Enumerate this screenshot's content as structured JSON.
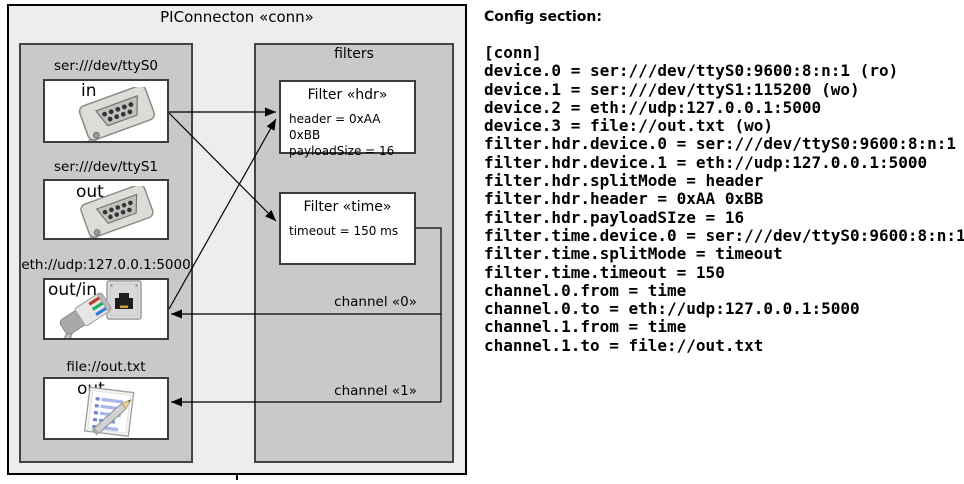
{
  "diagram": {
    "title": "PIConnecton «conn»",
    "filters_title": "filters",
    "devices": [
      {
        "label": "ser:///dev/ttyS0",
        "direction": "in",
        "icon": "serial-connector-icon"
      },
      {
        "label": "ser:///dev/ttyS1",
        "direction": "out",
        "icon": "serial-connector-icon"
      },
      {
        "label": "eth://udp:127.0.0.1:5000",
        "direction": "out/in",
        "icon": "ethernet-icon"
      },
      {
        "label": "file://out.txt",
        "direction": "out",
        "icon": "file-notepad-icon"
      }
    ],
    "filters": [
      {
        "title": "Filter «hdr»",
        "lines": {
          "0": "header = 0xAA 0xBB",
          "1": "payloadSize = 16"
        }
      },
      {
        "title": "Filter «time»",
        "lines": {
          "0": "timeout = 150 ms"
        }
      }
    ],
    "channels": [
      {
        "label": "channel «0»"
      },
      {
        "label": "channel «1»"
      }
    ]
  },
  "config": {
    "heading": "Config section:",
    "lines": [
      "[conn]",
      "device.0 = ser:///dev/ttyS0:9600:8:n:1 (ro)",
      "device.1 = ser:///dev/ttyS1:115200 (wo)",
      "device.2 = eth://udp:127.0.0.1:5000",
      "device.3 = file://out.txt (wo)",
      "filter.hdr.device.0 = ser:///dev/ttyS0:9600:8:n:1",
      "filter.hdr.device.1 = eth://udp:127.0.0.1:5000",
      "filter.hdr.splitMode = header",
      "filter.hdr.header = 0xAA 0xBB",
      "filter.hdr.payloadSIze = 16",
      "filter.time.device.0 = ser:///dev/ttyS0:9600:8:n:1",
      "filter.time.splitMode = timeout",
      "filter.time.timeout = 150",
      "channel.0.from = time",
      "channel.0.to = eth://udp:127.0.0.1:5000",
      "channel.1.from = time",
      "channel.1.to = file://out.txt"
    ]
  },
  "colors": {
    "diagram_bg": "#ededed",
    "container_bg": "#c9c9c9",
    "box_bg": "#ffffff",
    "border": "#3c3c3c",
    "line": "#000000",
    "text": "#000000"
  }
}
